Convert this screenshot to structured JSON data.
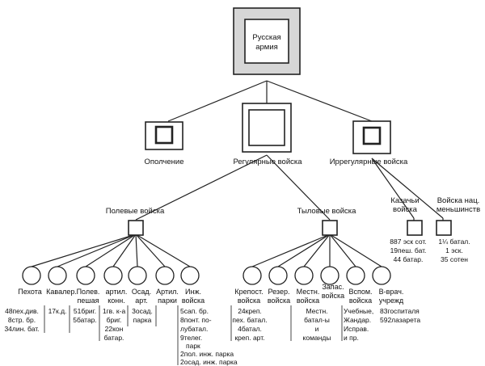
{
  "root": {
    "lines": [
      "Русская",
      "армия"
    ]
  },
  "top": {
    "militia": "Ополчение",
    "regular": "Регулярные войска",
    "irregular": "Иррегулярные войска"
  },
  "mid": {
    "field": "Полевые войска",
    "rear": "Тыловые войска",
    "cossack": [
      "Казачьи",
      "войска"
    ],
    "national": [
      "Войска нац.",
      "меньшинств"
    ]
  },
  "field_units": [
    {
      "label": [
        "Пехота"
      ],
      "values": [
        "48пех.див.",
        "8стр. бр.",
        "34лин. бат."
      ]
    },
    {
      "label": [
        "Кавалер."
      ],
      "values": [
        "17к.д."
      ]
    },
    {
      "label": [
        "Полев.",
        "пешая"
      ],
      "values": [
        "51бриг.",
        "5батар."
      ]
    },
    {
      "label": [
        "артил.",
        "конн."
      ],
      "values": [
        "1гв. к-а",
        "бриг.",
        "22кон",
        "батар."
      ]
    },
    {
      "label": [
        "Осад.",
        "арт."
      ],
      "values": [
        "3осад.",
        "парка"
      ]
    },
    {
      "label": [
        "Артил.",
        "парки"
      ],
      "values": []
    },
    {
      "label": [
        "Инж.",
        "войска"
      ],
      "values": [
        "5сап. бр.",
        "8понт. по-",
        "лубатал.",
        "9телег.",
        "парк",
        "2пол. инж. парка",
        "2осад. инж. парка"
      ]
    }
  ],
  "rear_units": [
    {
      "label": [
        "Крепост.",
        "войска"
      ],
      "values": [
        "24креп.",
        "пех. батал.",
        "4батал.",
        "креп. арт."
      ]
    },
    {
      "label": [
        "Резер.",
        "войска"
      ],
      "values": []
    },
    {
      "label": [
        "Местн.",
        "войска"
      ],
      "values": [
        "Местн.",
        "батал-ы",
        "и",
        "команды"
      ]
    },
    {
      "label": [
        "Запас.",
        "войска"
      ],
      "values": []
    },
    {
      "label": [
        "Вспом.",
        "войска"
      ],
      "values": [
        "Учебные,",
        "Жандар.",
        "Исправ.",
        "и пр."
      ]
    },
    {
      "label": [
        "В-врач.",
        "учрежд"
      ],
      "values": [
        "83госпиталя",
        "592лазарета"
      ]
    }
  ],
  "cossack_values": [
    "887 эск сот.",
    "19пеш. бат.",
    "44 батар."
  ],
  "national_values": [
    "1¼ батал.",
    "1 эск.",
    "35 сотен"
  ]
}
